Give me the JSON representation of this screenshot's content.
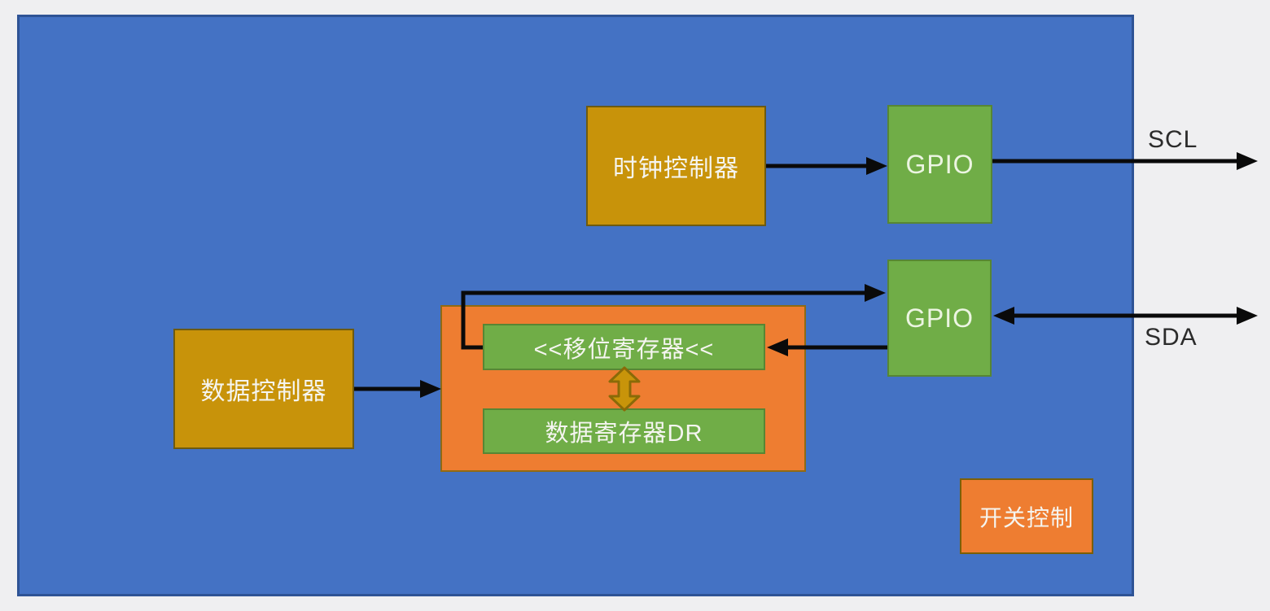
{
  "diagram": {
    "blocks": {
      "clock_controller": {
        "label": "时钟控制器"
      },
      "gpio_scl": {
        "label": "GPIO"
      },
      "gpio_sda": {
        "label": "GPIO"
      },
      "data_controller": {
        "label": "数据控制器"
      },
      "shift_register": {
        "label": "<<移位寄存器<<"
      },
      "data_register": {
        "label": "数据寄存器DR"
      },
      "switch_control": {
        "label": "开关控制"
      }
    },
    "signals": {
      "scl": {
        "label": "SCL"
      },
      "sda": {
        "label": "SDA"
      }
    },
    "colors": {
      "canvas_background": "#EFEFF1",
      "frame_fill": "#4472C4",
      "frame_border": "#2E5395",
      "gold_block_fill": "#C8930A",
      "green_block_fill": "#70AD47",
      "orange_block_fill": "#EE7D31",
      "connector_black": "#0A0A0A",
      "transfer_arrow_fill": "#C8940A",
      "transfer_arrow_border": "#8A6A08",
      "label_text": "#F5F5F0",
      "signal_text": "#2B2B2B"
    }
  }
}
